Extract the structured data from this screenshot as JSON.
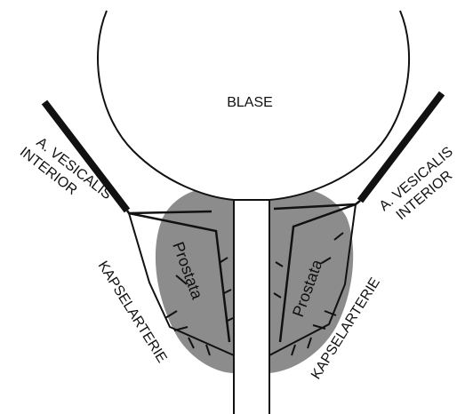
{
  "labels": {
    "bladder": "BLASE",
    "artery_left_line1": "A. VESICALIS",
    "artery_left_line2": "INTERIOR",
    "artery_right_line1": "A. VESICALIS",
    "artery_right_line2": "INTERIOR",
    "capsule_left": "KAPSELARTERIE",
    "capsule_right": "KAPSELARTERIE",
    "prostate_left": "Prostata",
    "prostate_right": "Prostata"
  },
  "colors": {
    "line": "#111111",
    "prostate_fill": "#8c8c8c",
    "bladder_fill": "#ffffff",
    "background": "#ffffff"
  }
}
